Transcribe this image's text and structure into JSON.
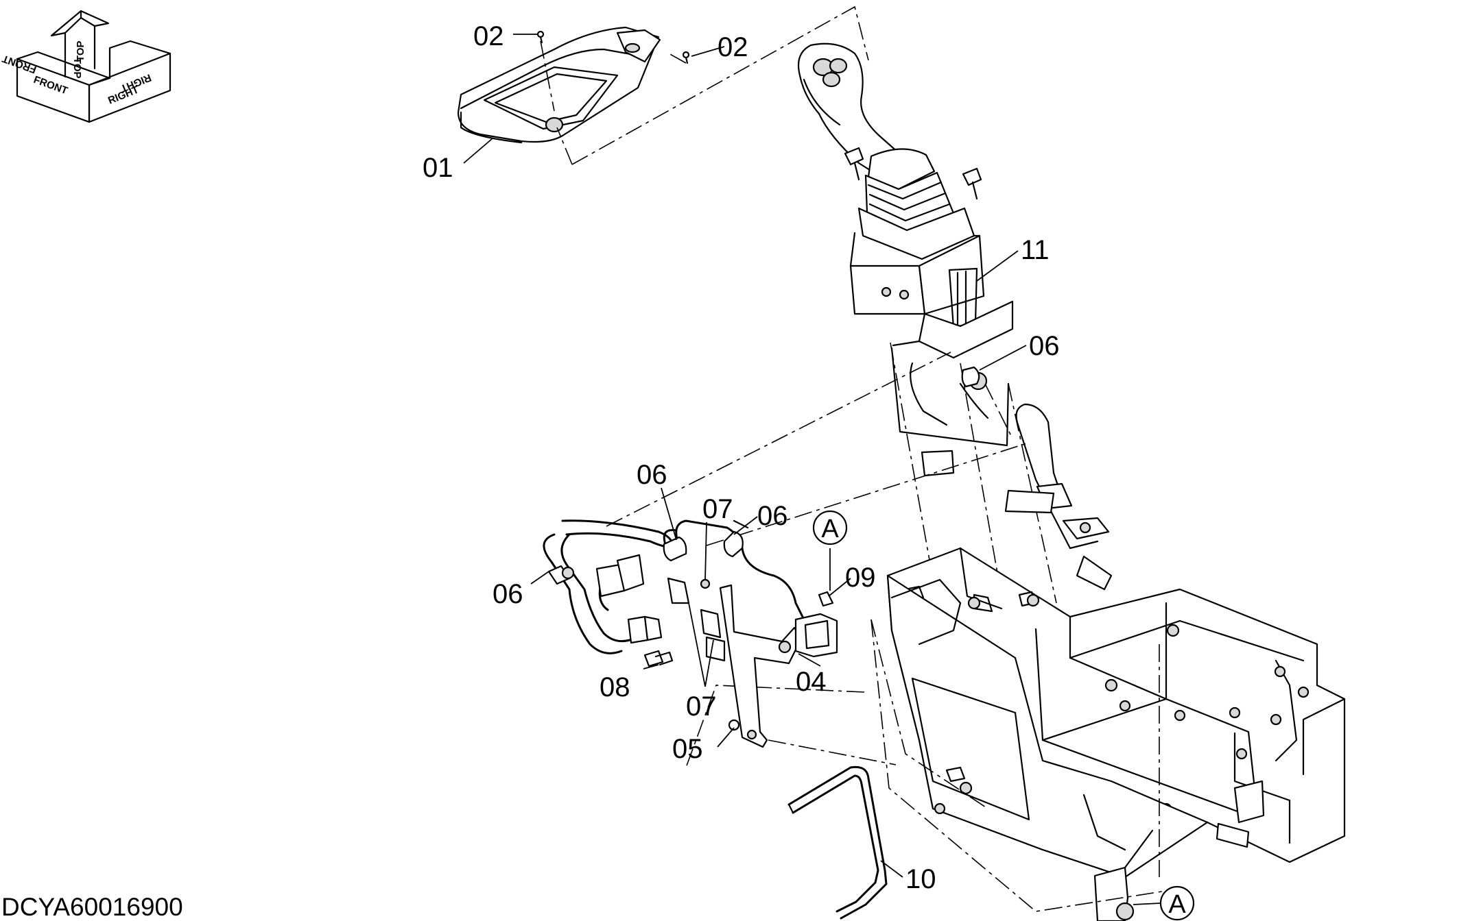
{
  "drawing_code": "DCYA60016900",
  "orientation": {
    "front": "FRONT",
    "top": "TOP",
    "right": "RIGHT"
  },
  "callouts": {
    "p01": "01",
    "p02a": "02",
    "p02b": "02",
    "p04": "04",
    "p05": "05",
    "p06a": "06",
    "p06b": "06",
    "p06c": "06",
    "p06d": "06",
    "p07a": "07",
    "p07b": "07",
    "p08": "08",
    "p09": "09",
    "p10": "10",
    "p11": "11"
  },
  "reference_markers": {
    "upper": "A",
    "lower": "A"
  }
}
